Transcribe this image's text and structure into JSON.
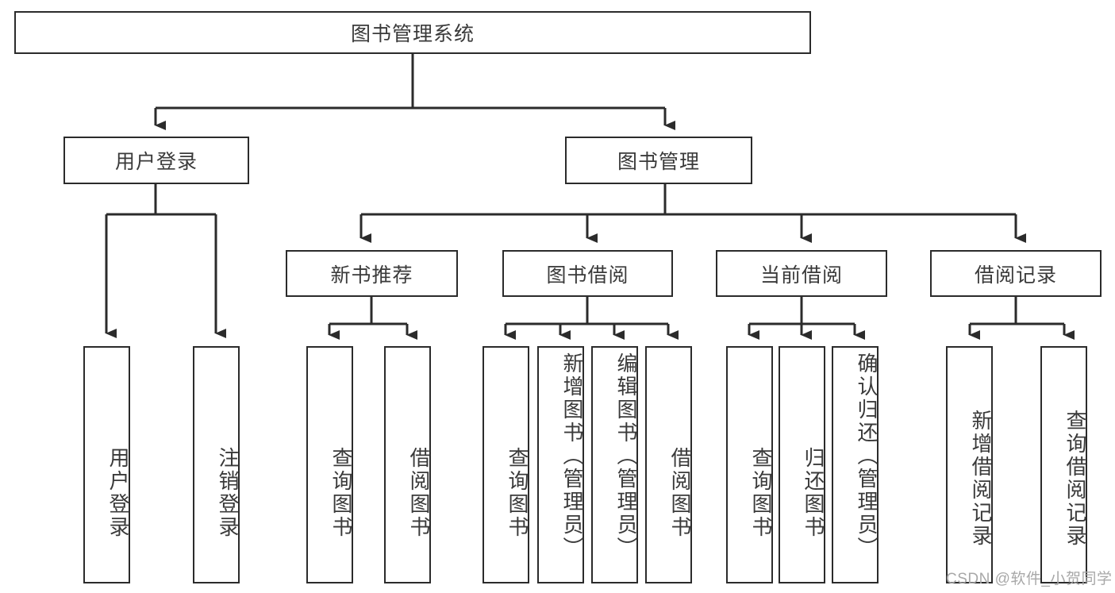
{
  "diagram": {
    "title": "图书管理系统",
    "type": "tree-hierarchy",
    "stroke_color": "#2b2b2b",
    "text_color": "#3a3a3a",
    "background_color": "#ffffff"
  },
  "root": {
    "label": "图书管理系统"
  },
  "level1": [
    {
      "label": "用户登录"
    },
    {
      "label": "图书管理"
    }
  ],
  "level2": [
    {
      "label": "新书推荐"
    },
    {
      "label": "图书借阅"
    },
    {
      "label": "当前借阅"
    },
    {
      "label": "借阅记录"
    }
  ],
  "leaves": {
    "user_login": [
      {
        "label": "用户登录"
      },
      {
        "label": "注销登录"
      }
    ],
    "new_book_recommend": [
      {
        "label": "查询图书"
      },
      {
        "label": "借阅图书"
      }
    ],
    "book_borrow": [
      {
        "label": "查询图书"
      },
      {
        "label": "新增图书（管理员）"
      },
      {
        "label": "编辑图书（管理员）"
      },
      {
        "label": "借阅图书"
      }
    ],
    "current_borrow": [
      {
        "label": "查询图书"
      },
      {
        "label": "归还图书"
      },
      {
        "label": "确认归还（管理员）"
      }
    ],
    "borrow_record": [
      {
        "label": "新增借阅记录"
      },
      {
        "label": "查询借阅记录"
      }
    ]
  },
  "watermark": {
    "text": "CSDN @软件_小贺同学"
  }
}
